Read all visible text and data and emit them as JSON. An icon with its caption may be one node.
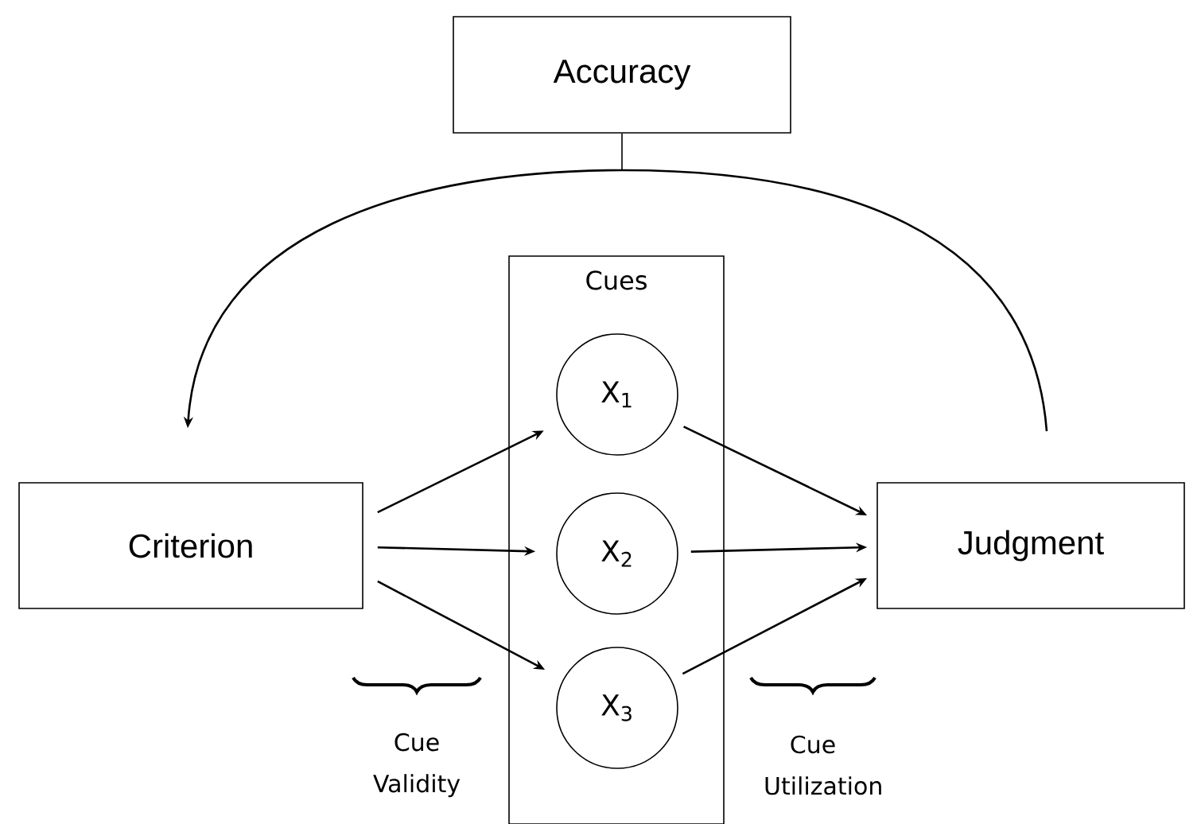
{
  "diagram": {
    "nodes": [
      {
        "text": [
          "Accuracy"
        ]
      },
      {
        "text": [
          "Cues"
        ]
      },
      {
        "text": [
          "X$_{1}$"
        ],
        "in": 1
      },
      {
        "text": [
          "X$_{2}$"
        ],
        "in": 1
      },
      {
        "text": [
          "X$_{3}$"
        ],
        "in": 1
      },
      {
        "text": [
          "Criterion"
        ]
      },
      {
        "text": [
          "Judgment"
        ]
      }
    ],
    "edges": [
      {
        "from": 5,
        "to": 2,
        "arrow": "to"
      },
      {
        "from": 5,
        "to": 3,
        "arrow": "to"
      },
      {
        "from": 5,
        "to": 4,
        "arrow": "to"
      },
      {
        "from": 2,
        "to": 6,
        "arrow": "to"
      },
      {
        "from": 3,
        "to": 6,
        "arrow": "to"
      },
      {
        "from": 4,
        "to": 6,
        "arrow": "to"
      },
      {
        "from": 6,
        "to": 5,
        "arrow": "to"
      },
      {
        "from": 0,
        "to": null,
        "arrow": "none"
      }
    ],
    "labels": [
      "Cue Validity",
      "Cue Utilization"
    ]
  }
}
